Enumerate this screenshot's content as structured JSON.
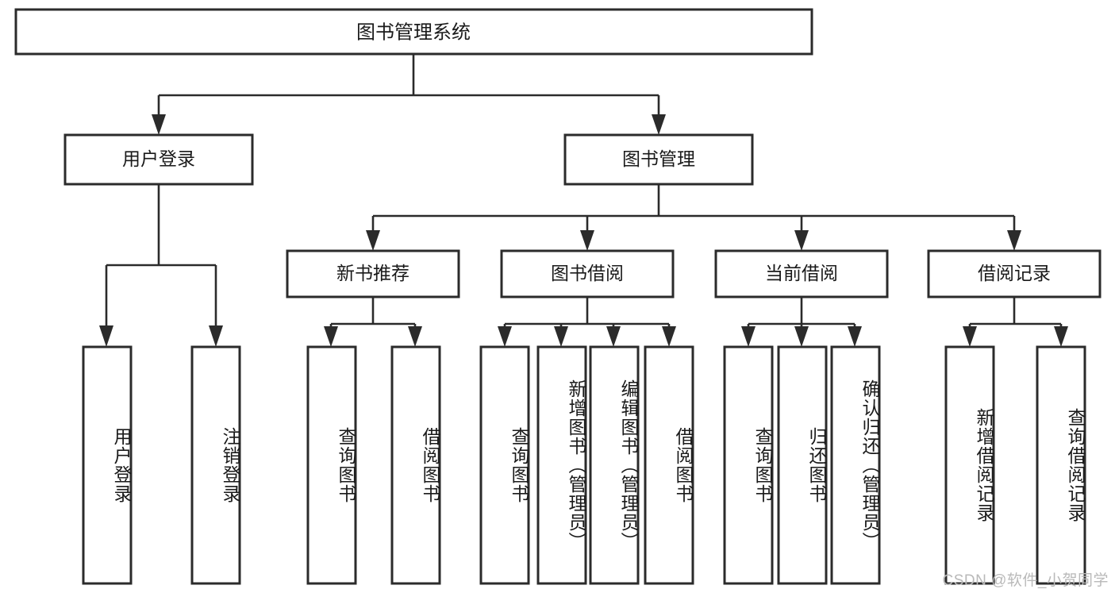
{
  "diagram": {
    "type": "tree-hierarchy-chart",
    "title_node": "图书管理系统",
    "watermark": "CSDN @软件_小贺同学",
    "colors": {
      "background": "#ffffff",
      "box_stroke": "#2b2b2b",
      "box_fill": "#ffffff",
      "text": "#1a1a1a",
      "connector": "#2b2b2b",
      "watermark": "#b9b9b9"
    },
    "level1": {
      "label": "图书管理系统"
    },
    "level2": [
      {
        "label": "用户登录"
      },
      {
        "label": "图书管理"
      }
    ],
    "level3": [
      {
        "label": "新书推荐"
      },
      {
        "label": "图书借阅"
      },
      {
        "label": "当前借阅"
      },
      {
        "label": "借阅记录"
      }
    ],
    "leaves": {
      "user_login": [
        {
          "label": "用户登录"
        },
        {
          "label": "注销登录"
        }
      ],
      "new_book_recommend": [
        {
          "label": "查询图书"
        },
        {
          "label": "借阅图书"
        }
      ],
      "book_borrow": [
        {
          "label": "查询图书"
        },
        {
          "label": "新增图书（管理员）"
        },
        {
          "label": "编辑图书（管理员）"
        },
        {
          "label": "借阅图书"
        }
      ],
      "current_borrow": [
        {
          "label": "查询图书"
        },
        {
          "label": "归还图书"
        },
        {
          "label": "确认归还（管理员）"
        }
      ],
      "borrow_record": [
        {
          "label": "新增借阅记录"
        },
        {
          "label": "查询借阅记录"
        }
      ]
    }
  }
}
